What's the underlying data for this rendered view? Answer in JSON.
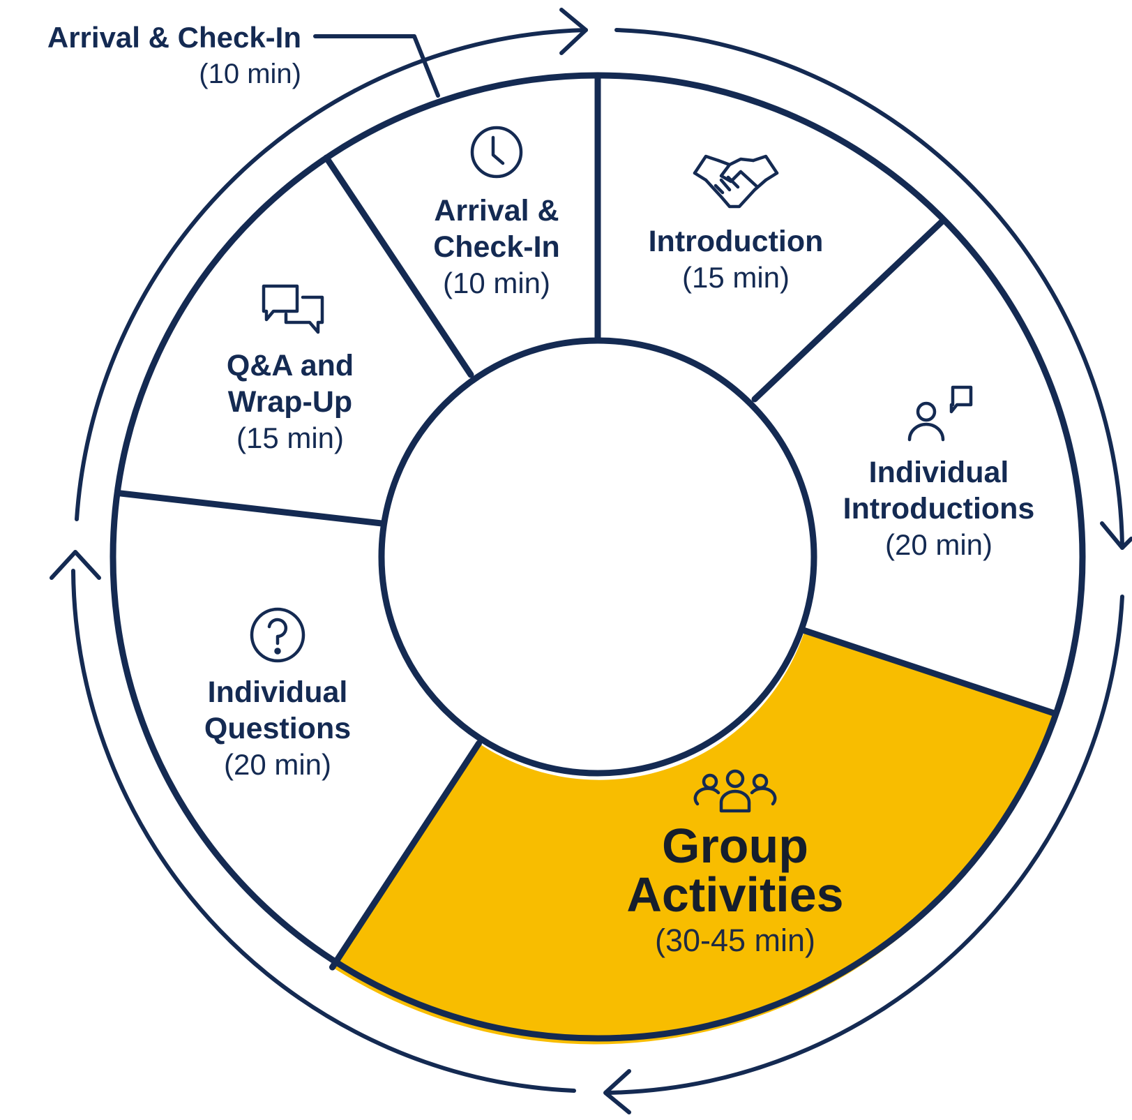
{
  "callout": {
    "title": "Arrival & Check-In",
    "duration": "(10 min)"
  },
  "segments": [
    {
      "id": "arrival",
      "title_lines": [
        "Arrival &",
        "Check-In"
      ],
      "duration": "(10 min)",
      "icon": "clock-icon",
      "highlight": false
    },
    {
      "id": "introduction",
      "title_lines": [
        "Introduction"
      ],
      "duration": "(15 min)",
      "icon": "handshake-icon",
      "highlight": false
    },
    {
      "id": "individual-introductions",
      "title_lines": [
        "Individual",
        "Introductions"
      ],
      "duration": "(20 min)",
      "icon": "person-speech-icon",
      "highlight": false
    },
    {
      "id": "group-activities",
      "title_lines": [
        "Group",
        "Activities"
      ],
      "duration": "(30-45 min)",
      "icon": "group-icon",
      "highlight": true
    },
    {
      "id": "individual-questions",
      "title_lines": [
        "Individual",
        "Questions"
      ],
      "duration": "(20 min)",
      "icon": "question-icon",
      "highlight": false
    },
    {
      "id": "qa-wrap-up",
      "title_lines": [
        "Q&A and",
        "Wrap-Up"
      ],
      "duration": "(15 min)",
      "icon": "chat-bubbles-icon",
      "highlight": false
    }
  ],
  "colors": {
    "outline": "#142a52",
    "highlight": "#f8bd00",
    "background": "#ffffff",
    "text": "#142a52"
  }
}
